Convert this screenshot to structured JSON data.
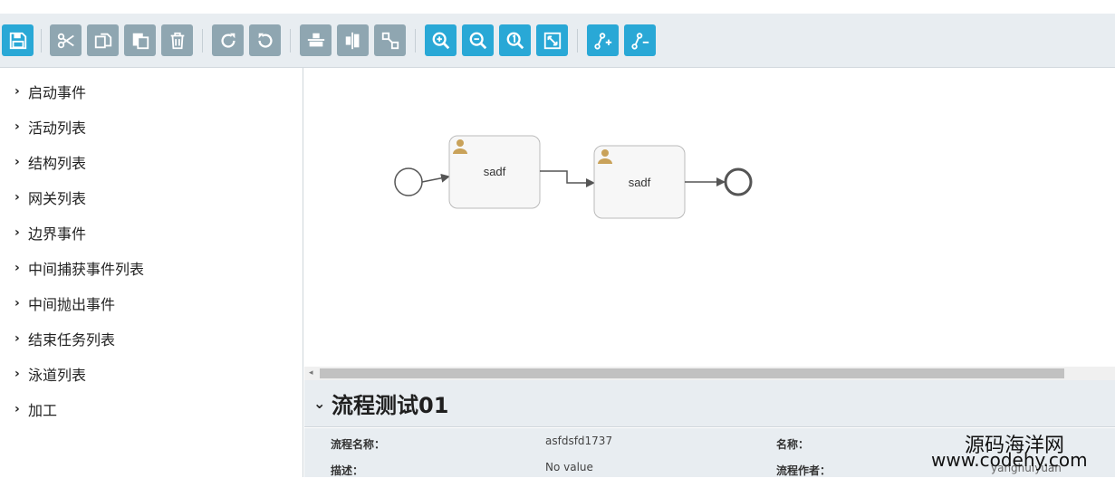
{
  "sidebar": {
    "items": [
      {
        "label": "启动事件"
      },
      {
        "label": "活动列表"
      },
      {
        "label": "结构列表"
      },
      {
        "label": "网关列表"
      },
      {
        "label": "边界事件"
      },
      {
        "label": "中间捕获事件列表"
      },
      {
        "label": "中间抛出事件"
      },
      {
        "label": "结束任务列表"
      },
      {
        "label": "泳道列表"
      },
      {
        "label": "加工"
      }
    ]
  },
  "diagram": {
    "tasks": [
      {
        "label": "sadf"
      },
      {
        "label": "sadf"
      }
    ]
  },
  "properties": {
    "title": "流程测试01",
    "fields": [
      {
        "label": "流程名称：",
        "value": "asfdsfd1737"
      },
      {
        "label": "名称：",
        "value": ""
      },
      {
        "label": "描述：",
        "value": "No value"
      },
      {
        "label": "流程作者：",
        "value": "yanghuiyuan"
      }
    ]
  },
  "watermark": {
    "line1": "源码海洋网",
    "line2": "www.codehy.com"
  },
  "colors": {
    "toolbar_gray": "#8fa6b1",
    "toolbar_blue": "#29a8d6",
    "panel_bg": "#e8edf1"
  }
}
